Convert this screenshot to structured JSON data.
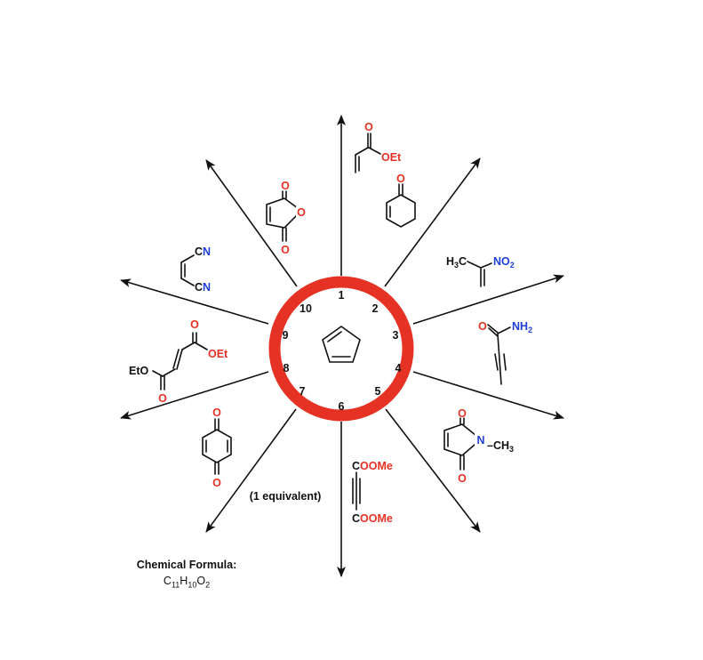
{
  "numbers": [
    "1",
    "2",
    "3",
    "4",
    "5",
    "6",
    "7",
    "8",
    "9",
    "10"
  ],
  "colors": {
    "ring": "#e53225",
    "oxygen": "#e53225",
    "nitrogen": "#1f3fd6",
    "bond": "#111111"
  },
  "dienophiles": {
    "d1": {
      "o": "O",
      "oet": "OEt"
    },
    "d2": {
      "o": "O"
    },
    "d3": {
      "h3c": "H3C",
      "no2": "NO2"
    },
    "d4": {
      "o": "O",
      "nh2": "NH2"
    },
    "d5": {
      "o_top": "O",
      "o_bot": "O",
      "n": "N",
      "ch3": "–CH3"
    },
    "d6": {
      "c_top": "C",
      "ooMe_top": "OOMe",
      "c_bot": "C",
      "ooMe_bot": "OOMe"
    },
    "d7": {
      "o_top": "O",
      "o_bot": "O",
      "note": "(1 equivalent)"
    },
    "d8": {
      "o_top": "O",
      "oet_right": "OEt",
      "eto_left": "EtO",
      "o_bot": "O"
    },
    "d9": {
      "cn_top": "CN",
      "cn_bot": "CN"
    },
    "d10": {
      "o_top": "O",
      "o_mid": "O",
      "o_bot": "O"
    }
  },
  "formula": {
    "title": "Chemical Formula:",
    "c": "C",
    "c_n": "11",
    "h": "H",
    "h_n": "10",
    "o": "O",
    "o_n": "2"
  }
}
